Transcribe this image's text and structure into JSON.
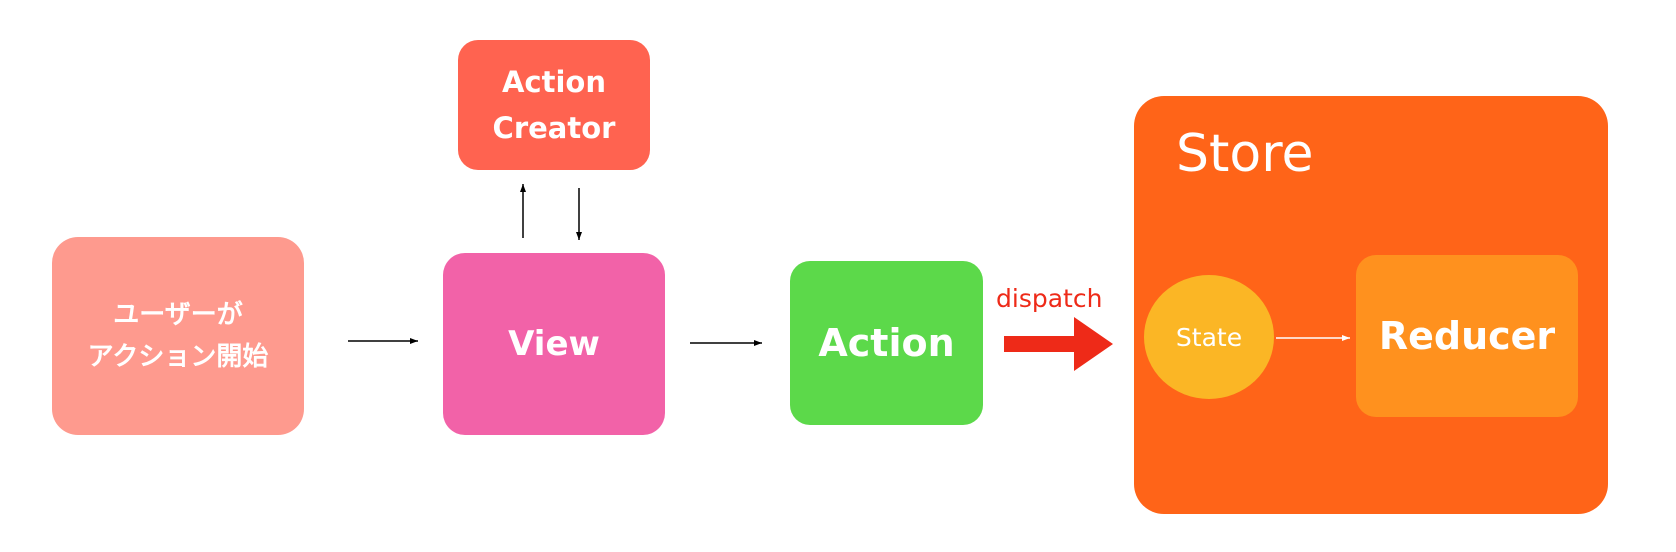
{
  "nodes": {
    "user_action": {
      "label": "ユーザーが\nアクション開始",
      "color": "#fe9a8e"
    },
    "action_creator": {
      "label": "Action\nCreator",
      "color": "#ff6350"
    },
    "view": {
      "label": "View",
      "color": "#f262a8"
    },
    "action": {
      "label": "Action",
      "color": "#5cd94a"
    },
    "store": {
      "label": "Store",
      "color": "#ff6418"
    },
    "state": {
      "label": "State",
      "color": "#fbb625"
    },
    "reducer": {
      "label": "Reducer",
      "color": "#ff911e"
    }
  },
  "edges": {
    "dispatch": {
      "label": "dispatch",
      "color": "#ee2a18"
    },
    "arrow_color": "#000000",
    "inner_arrow_color": "#ffffff"
  }
}
